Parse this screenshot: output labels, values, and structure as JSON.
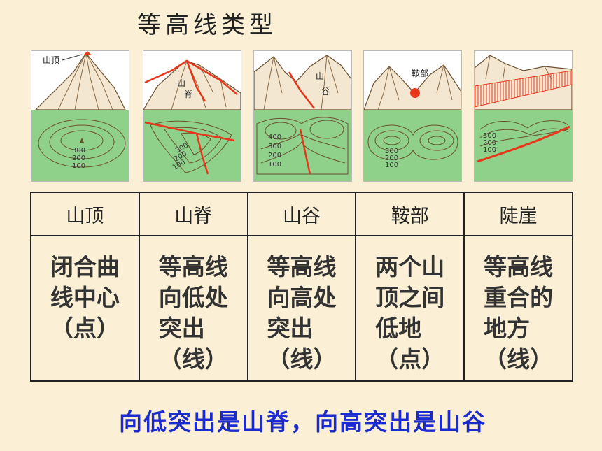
{
  "title": "等高线类型",
  "figures": [
    {
      "labels": [
        "山顶"
      ],
      "contours": [
        "300",
        "200",
        "100"
      ]
    },
    {
      "labels": [
        "山",
        "脊"
      ],
      "contours": [
        "300",
        "200",
        "100"
      ]
    },
    {
      "labels": [
        "山",
        "谷"
      ],
      "contours": [
        "400",
        "300",
        "200",
        "100"
      ]
    },
    {
      "labels": [
        "鞍部"
      ],
      "contours": [
        "300",
        "200",
        "100"
      ]
    },
    {
      "labels": [],
      "contours": [
        "300",
        "200",
        "100"
      ]
    }
  ],
  "table": {
    "headers": [
      "山顶",
      "山脊",
      "山谷",
      "鞍部",
      "陡崖"
    ],
    "descriptions": [
      "闭合曲\n线中心\n（点）",
      "等高线\n向低处\n突出\n（线）",
      "等高线\n向高处\n突出\n（线）",
      "两个山\n顶之间\n低地\n（点）",
      "等高线\n重合的\n地方\n（线）"
    ]
  },
  "caption": "向低突出是山脊，向高突出是山谷",
  "colors": {
    "background": "#fbf0d5",
    "map_green": "#8fd18a",
    "feature_red": "#e8361a",
    "caption_blue": "#1b2bd0"
  }
}
